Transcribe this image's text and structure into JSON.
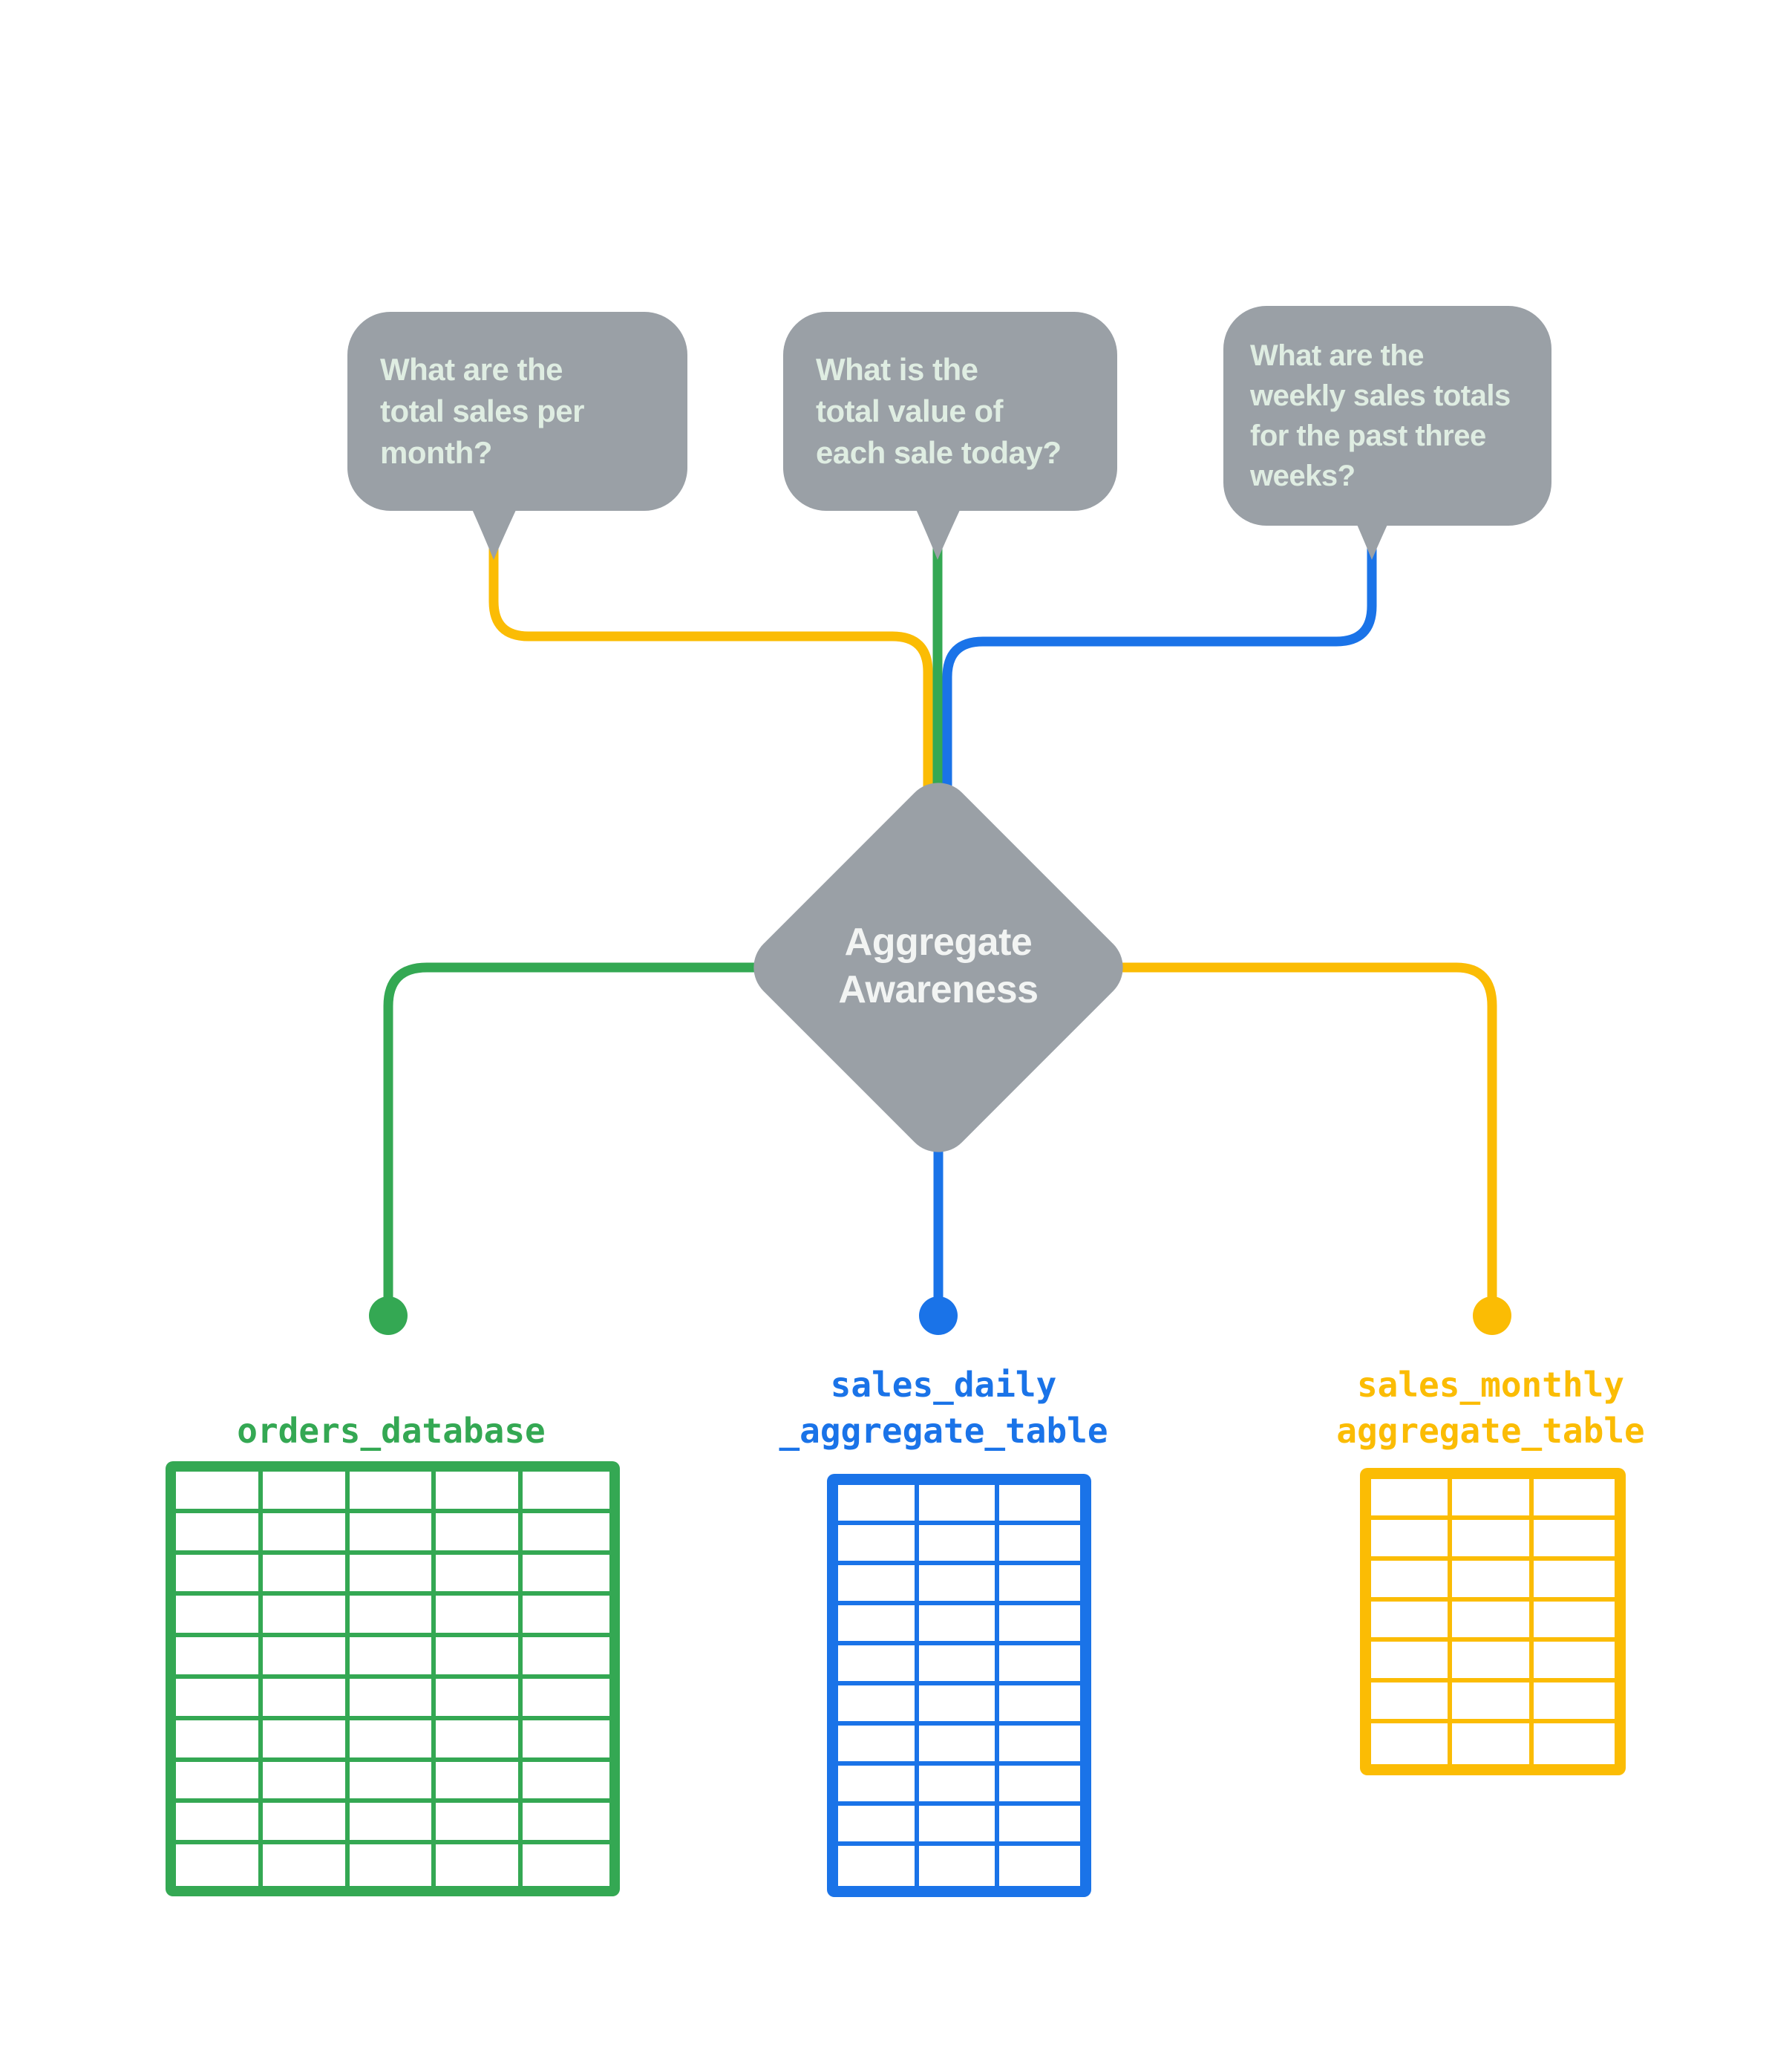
{
  "colors": {
    "gray": "#9AA0A6",
    "bubble_text": "#DFEDE2",
    "diamond_text": "#F2F4F3",
    "green": "#34A853",
    "blue": "#1A73E8",
    "yellow": "#FBBC04"
  },
  "questions": [
    {
      "text": "What are the total sales per month?",
      "lines": [
        "What are the",
        "total sales per",
        "month?"
      ],
      "connector_color": "#FBBC04"
    },
    {
      "text": "What is the total value of each sale today?",
      "lines": [
        "What is the",
        "total value of",
        "each sale today?"
      ],
      "connector_color": "#34A853"
    },
    {
      "text": "What are the weekly sales totals for the past three weeks?",
      "lines": [
        "What are the",
        "weekly sales totals",
        "for the past three",
        "weeks?"
      ],
      "connector_color": "#1A73E8"
    }
  ],
  "decision": {
    "text": "Aggregate Awareness",
    "lines": [
      "Aggregate",
      "Awareness"
    ]
  },
  "datasources": [
    {
      "label_text": "orders_database",
      "label_lines": [
        "orders_database"
      ],
      "color": "green",
      "grid": {
        "columns": 5,
        "rows": 10
      }
    },
    {
      "label_text": "sales_daily _aggregate_table",
      "label_lines": [
        "sales_daily",
        "_aggregate_table"
      ],
      "color": "blue",
      "grid": {
        "columns": 3,
        "rows": 10
      }
    },
    {
      "label_text": "sales_monthly aggregate_table",
      "label_lines": [
        "sales_monthly",
        "aggregate_table"
      ],
      "color": "yellow",
      "grid": {
        "columns": 3,
        "rows": 7
      }
    }
  ]
}
